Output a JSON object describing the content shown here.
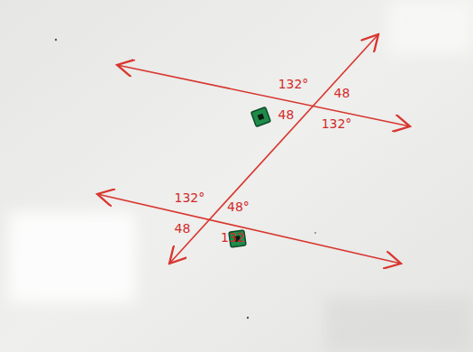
{
  "diagram": {
    "labels": [
      "132°",
      "48",
      "48",
      "132°",
      "132°",
      "48°",
      "48",
      "132"
    ]
  }
}
